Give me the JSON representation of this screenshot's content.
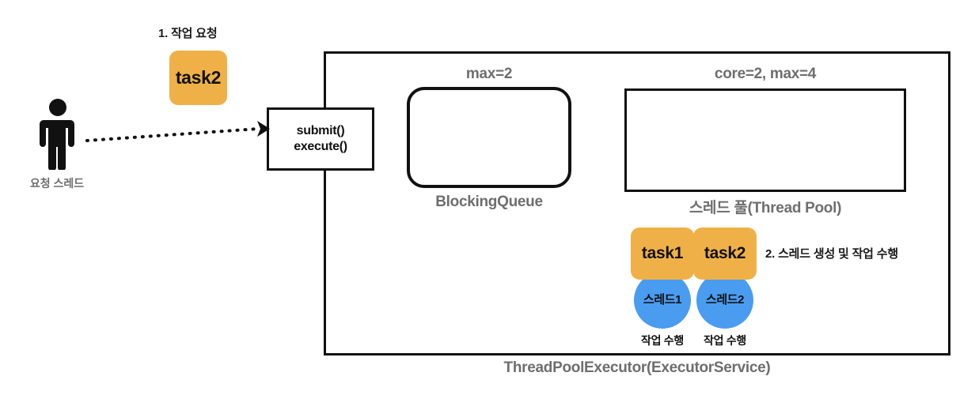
{
  "diagram": {
    "caption": "ThreadPoolExecutor(ExecutorService)",
    "actor": {
      "icon": "person-icon",
      "caption": "요청 스레드"
    },
    "steps": [
      {
        "id": "step-1",
        "label": "1. 작업 요청"
      },
      {
        "id": "step-2",
        "label": "2. 스레드 생성 및 작업 수행"
      }
    ],
    "submitted_task": {
      "label": "task2"
    },
    "entrypoint": {
      "methods": [
        "submit()",
        "execute()"
      ]
    },
    "blocking_queue": {
      "top_label": "max=2",
      "bottom_label": "BlockingQueue",
      "items": []
    },
    "thread_pool": {
      "top_label": "core=2, max=4",
      "bottom_label": "스레드 풀(Thread Pool)",
      "idle_threads": [
        {
          "label": "스레드1"
        },
        {
          "label": "스레드2"
        }
      ]
    },
    "running": [
      {
        "task": "task1",
        "thread": "스레드1",
        "status": "작업 수행"
      },
      {
        "task": "task2",
        "thread": "스레드2",
        "status": "작업 수행"
      }
    ],
    "colors": {
      "task_orange": "#efb147",
      "thread_blue": "#4a9cf0",
      "idle_thread_blue": "#d9e9f9",
      "idle_thread_text": "#bcccdc",
      "label_gray": "#6e6e6e",
      "stroke_black": "#111111",
      "background": "#ffffff"
    }
  }
}
